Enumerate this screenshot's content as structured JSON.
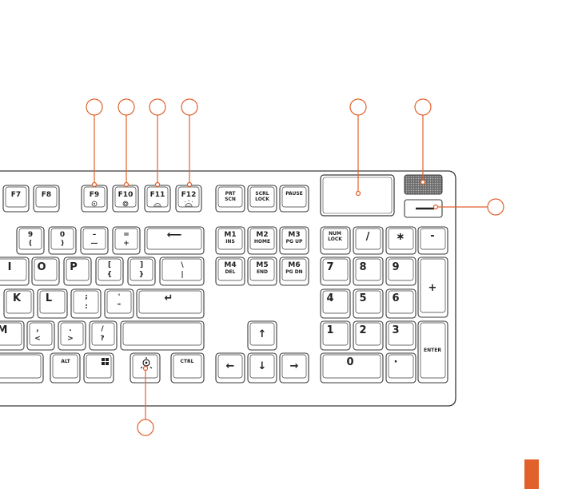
{
  "diagram": {
    "accent_color": "#e2602a",
    "key_stroke_color": "#3a3a3a",
    "keys": {
      "f7": "F7",
      "f8": "F8",
      "f9": "F9",
      "f10": "F10",
      "f11": "F11",
      "f12": "F12",
      "prt_scn_1": "PRT",
      "prt_scn_2": "SCN",
      "scrl_lock_1": "SCRL",
      "scrl_lock_2": "LOCK",
      "pause": "PAUSE",
      "nine_top": "9",
      "nine_bottom": "(",
      "zero_top": "0",
      "zero_bottom": ")",
      "minus_top": "–",
      "minus_bottom": "—",
      "equal_top": "=",
      "equal_bottom": "+",
      "m1": "M1",
      "m1_sub": "INS",
      "m2": "M2",
      "m2_sub": "HOME",
      "m3": "M3",
      "m3_sub": "PG UP",
      "m4": "M4",
      "m4_sub": "DEL",
      "m5": "M5",
      "m5_sub": "END",
      "m6": "M6",
      "m6_sub": "PG DN",
      "num_lock_1": "NUM",
      "num_lock_2": "LOCK",
      "num_slash": "/",
      "num_star": "∗",
      "num_minus": "-",
      "num_plus": "+",
      "num_7": "7",
      "num_8": "8",
      "num_9": "9",
      "num_4": "4",
      "num_5": "5",
      "num_6": "6",
      "num_1": "1",
      "num_2": "2",
      "num_3": "3",
      "num_0": "0",
      "num_dot": "·",
      "enter": "ENTER",
      "i": "I",
      "o": "O",
      "p": "P",
      "lbracket_top": "[",
      "lbracket_bottom": "{",
      "rbracket_top": "]",
      "rbracket_bottom": "}",
      "backslash_top": "\\",
      "backslash_bottom": "|",
      "k": "K",
      "l": "L",
      "semicolon_top": ";",
      "semicolon_bottom": ":",
      "quote_top": "'",
      "quote_bottom": "\"",
      "m": "M",
      "comma_top": ",",
      "comma_bottom": "<",
      "period_top": ".",
      "period_bottom": ">",
      "slash_top": "/",
      "slash_bottom": "?",
      "alt": "ALT",
      "ctrl": "CTRL",
      "arrow_up": "↑",
      "arrow_down": "↓",
      "arrow_left": "←",
      "arrow_right": "→",
      "backspace_arrow": "⟵",
      "enter_arrow": "↵"
    },
    "icons": {
      "f9": "playback-icon",
      "f10": "media-icon",
      "f11": "brightness-down-icon",
      "f12": "brightness-up-icon",
      "fn": "steelseries-logo-icon",
      "win": "windows-logo-icon"
    }
  }
}
